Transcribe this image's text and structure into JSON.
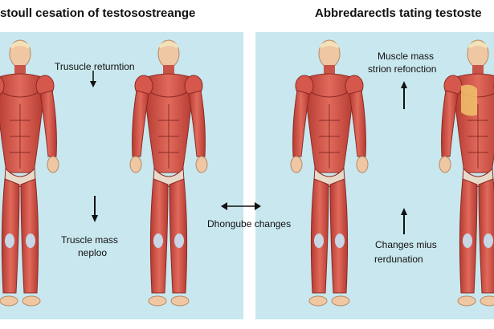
{
  "left_panel": {
    "title": "stoull cesation of testosostreange",
    "label_top": "Trusucle returntion",
    "label_bottom_line1": "Truscle mass",
    "label_bottom_line2": "neploo"
  },
  "center": {
    "label": "Dhongube changes"
  },
  "right_panel": {
    "title": "Abbredarectls tating testoste",
    "label_top_line1": "Muscle mass",
    "label_top_line2": "strion refonction",
    "label_bottom_line1": "Changes mius",
    "label_bottom_line2": "rerdunation"
  },
  "colors": {
    "panel_bg": "#c9e7ee",
    "muscle": "#d9554a",
    "muscle_dark": "#a8322b",
    "skin": "#efc7a3",
    "tendon": "#c8d6e6",
    "fat_highlight": "#f0c36a"
  },
  "icons": [
    "arrow-down-icon",
    "arrow-up-icon",
    "double-arrow-icon"
  ]
}
